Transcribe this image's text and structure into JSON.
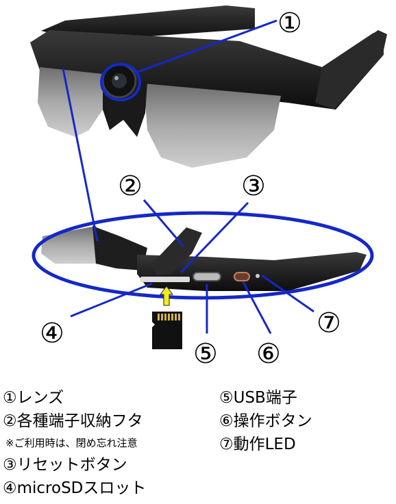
{
  "callouts": {
    "c1": "①",
    "c2": "②",
    "c3": "③",
    "c4": "④",
    "c5": "⑤",
    "c6": "⑥",
    "c7": "⑦"
  },
  "legend": {
    "l1": "①レンズ",
    "l2": "②各種端子収納フタ",
    "l2_note": "※ご利用時は、閉め忘れ注意",
    "l3": "③リセットボタン",
    "l4": "④microSDスロット",
    "l5": "⑤USB端子",
    "l6": "⑥操作ボタン",
    "l7": "⑦動作LED"
  },
  "colors": {
    "leader": "#1428c8",
    "arrow": "#f2ee1a",
    "frame": "#1b1b1b",
    "lens": "#9a9a9a"
  }
}
